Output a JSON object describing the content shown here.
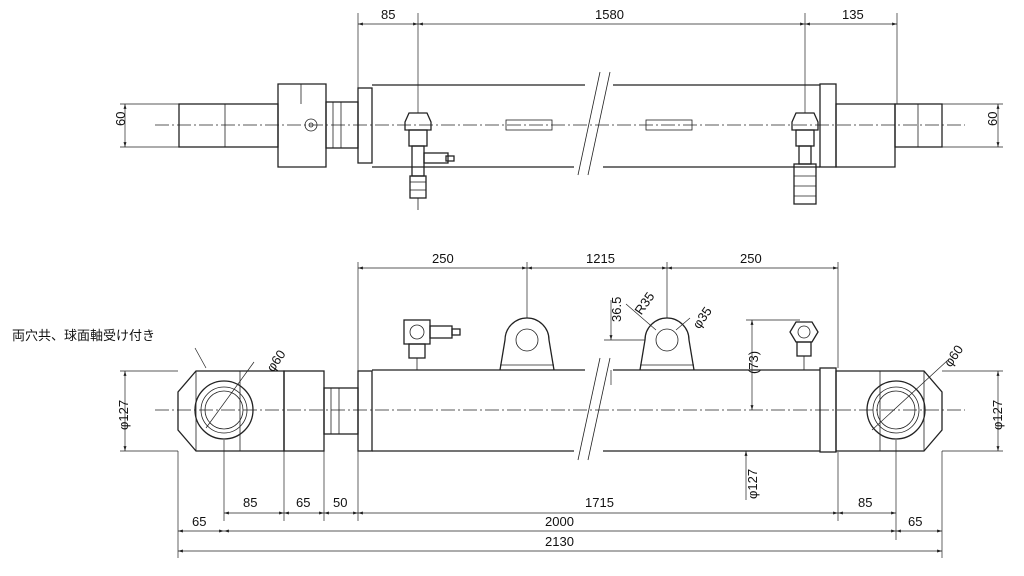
{
  "top_view": {
    "dims": {
      "left_offset": "85",
      "stroke": "1580",
      "right_offset": "135",
      "left_height": "60",
      "right_height": "60"
    }
  },
  "front_view": {
    "dims": {
      "bracket_left": "250",
      "bracket_gap": "1215",
      "bracket_right": "250",
      "bracket_height": "36.5",
      "bracket_radius": "R35",
      "bracket_hole": "φ35",
      "port_height": "(73)",
      "tube_dia": "φ127",
      "left_eye_hole": "φ60",
      "right_eye_hole": "φ60",
      "left_eye_height": "φ127",
      "right_eye_height": "φ127"
    },
    "note": "両穴共、球面軸受け付き",
    "bottom_dims": {
      "left_65a": "65",
      "left_85": "85",
      "left_65b": "65",
      "left_50": "50",
      "mid_1715": "1715",
      "right_85": "85",
      "right_65": "65",
      "total_2000": "2000",
      "total_2130": "2130"
    }
  }
}
